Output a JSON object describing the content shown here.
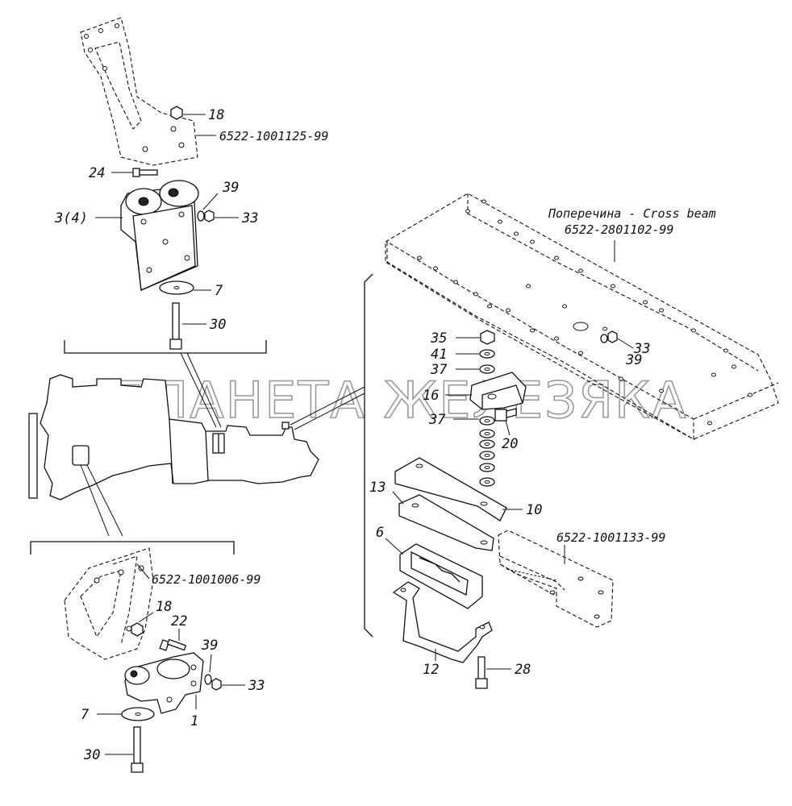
{
  "watermark": "ПЛАНЕТА ЖЕЛЕЗЯКА",
  "cross_beam": {
    "title": "Поперечина - Cross beam",
    "part_number": "6522-2801102-99"
  },
  "parts": {
    "bracket_top": "6522-1001125-99",
    "bracket_bottom": "6522-1001006-99",
    "bracket_right": "6522-1001133-99"
  },
  "callouts": {
    "c18a": "18",
    "c24": "24",
    "c39a": "39",
    "c3_4": "3(4)",
    "c33a": "33",
    "c7a": "7",
    "c30a": "30",
    "c35": "35",
    "c41": "41",
    "c37a": "37",
    "c16": "16",
    "c37b": "37",
    "c20": "20",
    "c33b": "33",
    "c39b": "39",
    "c13": "13",
    "c10": "10",
    "c6": "6",
    "c12": "12",
    "c28": "28",
    "c18b": "18",
    "c22": "22",
    "c39c": "39",
    "c33c": "33",
    "c7b": "7",
    "c1": "1",
    "c30b": "30"
  }
}
